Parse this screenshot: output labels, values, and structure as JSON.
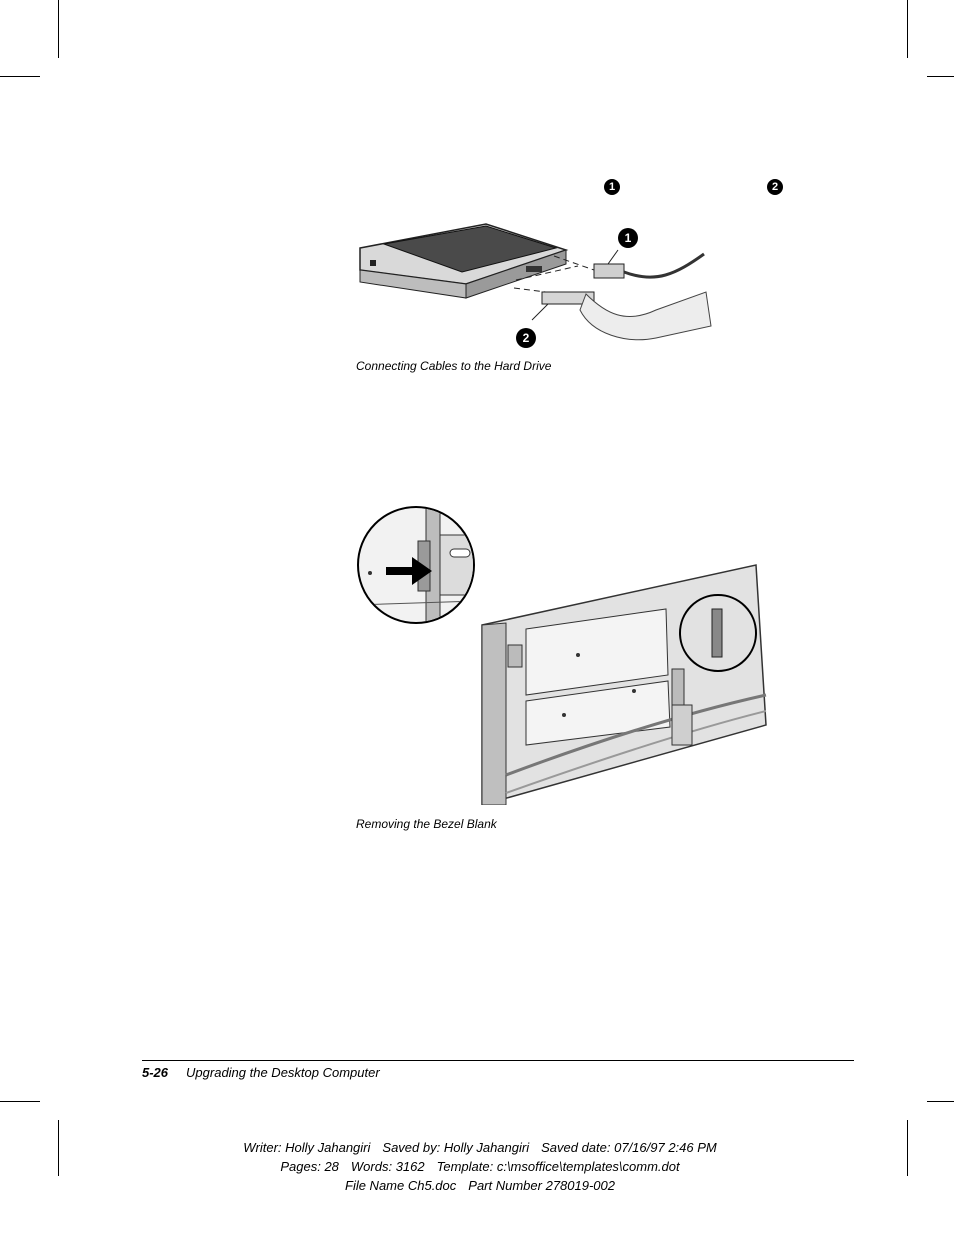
{
  "callouts": {
    "one": "1",
    "two": "2"
  },
  "figures": [
    {
      "caption": "Connecting Cables to the Hard Drive",
      "callout_a": "1",
      "callout_b": "2"
    },
    {
      "caption": "Removing the Bezel Blank"
    }
  ],
  "footer": {
    "page_number": "5-26",
    "chapter_title": "Upgrading the Desktop Computer"
  },
  "meta": {
    "line1": [
      "Writer: Holly Jahangiri",
      "Saved by: Holly Jahangiri",
      "Saved date: 07/16/97 2:46 PM"
    ],
    "line2": [
      "Pages: 28",
      "Words: 3162",
      "Template: c:\\msoffice\\templates\\comm.dot"
    ],
    "line3": [
      "File Name Ch5.doc",
      "Part Number 278019-002"
    ]
  }
}
